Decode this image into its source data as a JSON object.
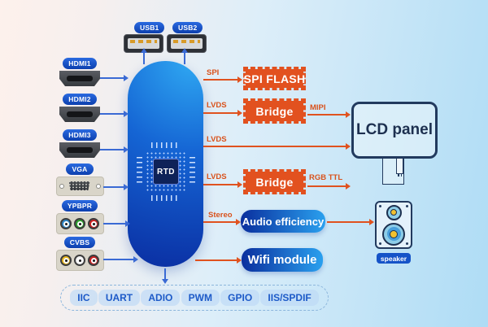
{
  "colors": {
    "accent_orange": "#e2511f",
    "accent_blue": "#1553c8",
    "dark_navy": "#1d3050",
    "line_blue": "#3a6ad4",
    "background_left": "#fdf1ec",
    "background_right": "#aedcf5"
  },
  "icons": {
    "usb": "usb-a-port-icon",
    "hdmi": "hdmi-port-icon",
    "vga": "vga-port-icon",
    "rca": "rca-jacks-icon",
    "chip": "soc-chip-icon",
    "lcd": "lcd-panel-icon",
    "speaker": "speaker-box-icon"
  },
  "top_ports": [
    {
      "label": "USB1"
    },
    {
      "label": "USB2"
    }
  ],
  "left_ports": [
    {
      "label": "HDMI1"
    },
    {
      "label": "HDMI2"
    },
    {
      "label": "HDMI3"
    },
    {
      "label": "VGA"
    },
    {
      "label": "YPBPR",
      "jack_colors": [
        "#2e86c8",
        "#2ea02e",
        "#cc2222"
      ]
    },
    {
      "label": "CVBS",
      "jack_colors": [
        "#e8b820",
        "#f2f2f2",
        "#cc2222"
      ]
    }
  ],
  "chip": {
    "label": "RTD"
  },
  "buses": {
    "spi": "SPI",
    "lvds_bridge1": "LVDS",
    "lvds_direct": "LVDS",
    "lvds_bridge2": "LVDS",
    "stereo": "Stereo",
    "mipi": "MIPI",
    "rgb_ttl": "RGB TTL"
  },
  "modules": {
    "spi_flash": "SPI FLASH",
    "bridge1": "Bridge",
    "bridge2": "Bridge",
    "audio": "Audio efficiency",
    "wifi": "Wifi module"
  },
  "lcd": {
    "label": "LCD panel"
  },
  "speaker": {
    "label": "speaker"
  },
  "bottom_buses": [
    "IIC",
    "UART",
    "ADIO",
    "PWM",
    "GPIO",
    "IIS/SPDIF"
  ]
}
